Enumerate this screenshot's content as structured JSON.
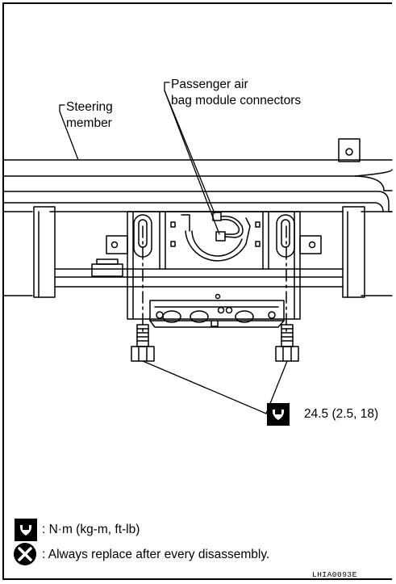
{
  "labels": {
    "passenger_line1": "Passenger air",
    "passenger_line2": "bag module connectors",
    "steering_line1": "Steering",
    "steering_line2": "member",
    "torque_value": "24.5 (2.5, 18)"
  },
  "legend": {
    "torque_unit": ": N·m (kg-m, ft-lb)",
    "replace_note": ": Always replace after every disassembly."
  },
  "figure_code": "LHIA0093E"
}
